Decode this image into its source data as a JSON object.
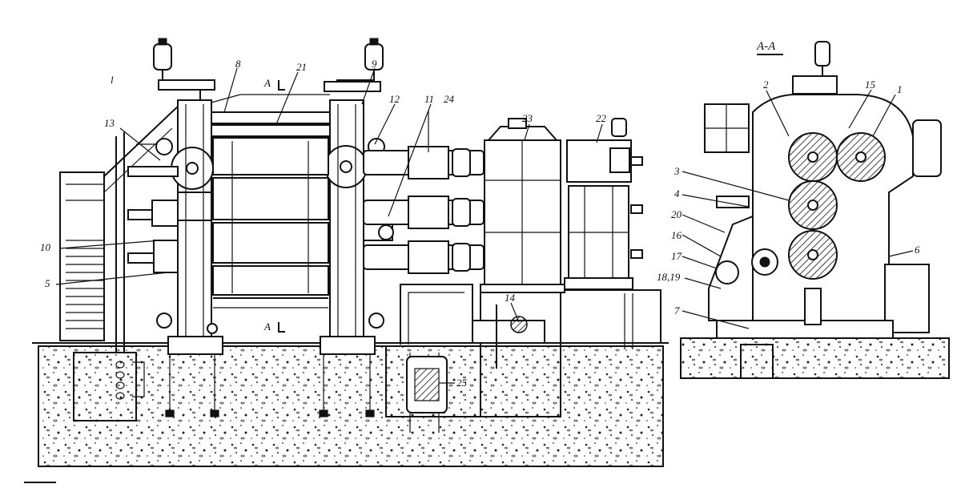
{
  "section_title": "A-A",
  "section_marks": [
    "A",
    "A"
  ],
  "corner_mark": "l",
  "leader_labels": [
    {
      "id": "1",
      "text": "1"
    },
    {
      "id": "2",
      "text": "2"
    },
    {
      "id": "3",
      "text": "3"
    },
    {
      "id": "4",
      "text": "4"
    },
    {
      "id": "5",
      "text": "5"
    },
    {
      "id": "6",
      "text": "6"
    },
    {
      "id": "7",
      "text": "7"
    },
    {
      "id": "8",
      "text": "8"
    },
    {
      "id": "9",
      "text": "9"
    },
    {
      "id": "10",
      "text": "10"
    },
    {
      "id": "11",
      "text": "11"
    },
    {
      "id": "12",
      "text": "12"
    },
    {
      "id": "13",
      "text": "13"
    },
    {
      "id": "14",
      "text": "14"
    },
    {
      "id": "15",
      "text": "15"
    },
    {
      "id": "16",
      "text": "16"
    },
    {
      "id": "17",
      "text": "17"
    },
    {
      "id": "18_19",
      "text": "18,19"
    },
    {
      "id": "20",
      "text": "20"
    },
    {
      "id": "21",
      "text": "21"
    },
    {
      "id": "22",
      "text": "22"
    },
    {
      "id": "23",
      "text": "23"
    },
    {
      "id": "24",
      "text": "24"
    },
    {
      "id": "25",
      "text": "25"
    }
  ]
}
